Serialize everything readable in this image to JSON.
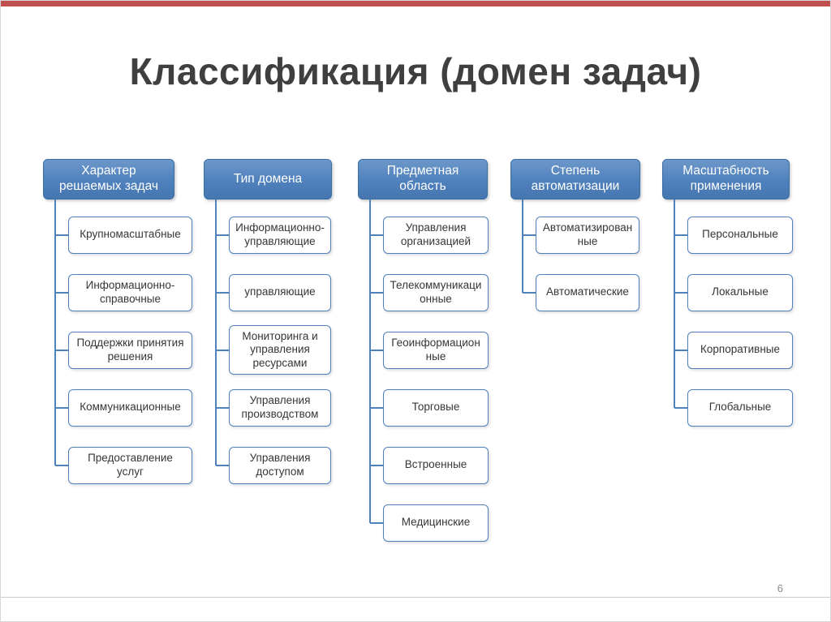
{
  "slide": {
    "title": "Классификация (домен задач)",
    "page_number": "6",
    "accent_color": "#4F81BD",
    "top_bar_color": "#C0504D"
  },
  "diagram": {
    "columns": [
      {
        "header": "Характер решаемых задач",
        "items": [
          "Крупномасштабные",
          "Информационно-справочные",
          "Поддержки принятия решения",
          "Коммуникационные",
          "Предоставление услуг"
        ]
      },
      {
        "header": "Тип домена",
        "items": [
          "Информационно-управляющие",
          "управляющие",
          "Мониторинга и управления ресурсами",
          "Управления производством",
          "Управления доступом"
        ]
      },
      {
        "header": "Предметная область",
        "items": [
          "Управления организацией",
          "Телекоммуникационные",
          "Геоинформационные",
          "Торговые",
          "Встроенные",
          "Медицинские"
        ]
      },
      {
        "header": "Степень автоматизации",
        "items": [
          "Автоматизированные",
          "Автоматические"
        ]
      },
      {
        "header": "Масштабность применения",
        "items": [
          "Персональные",
          "Локальные",
          "Корпоративные",
          "Глобальные"
        ]
      }
    ]
  }
}
